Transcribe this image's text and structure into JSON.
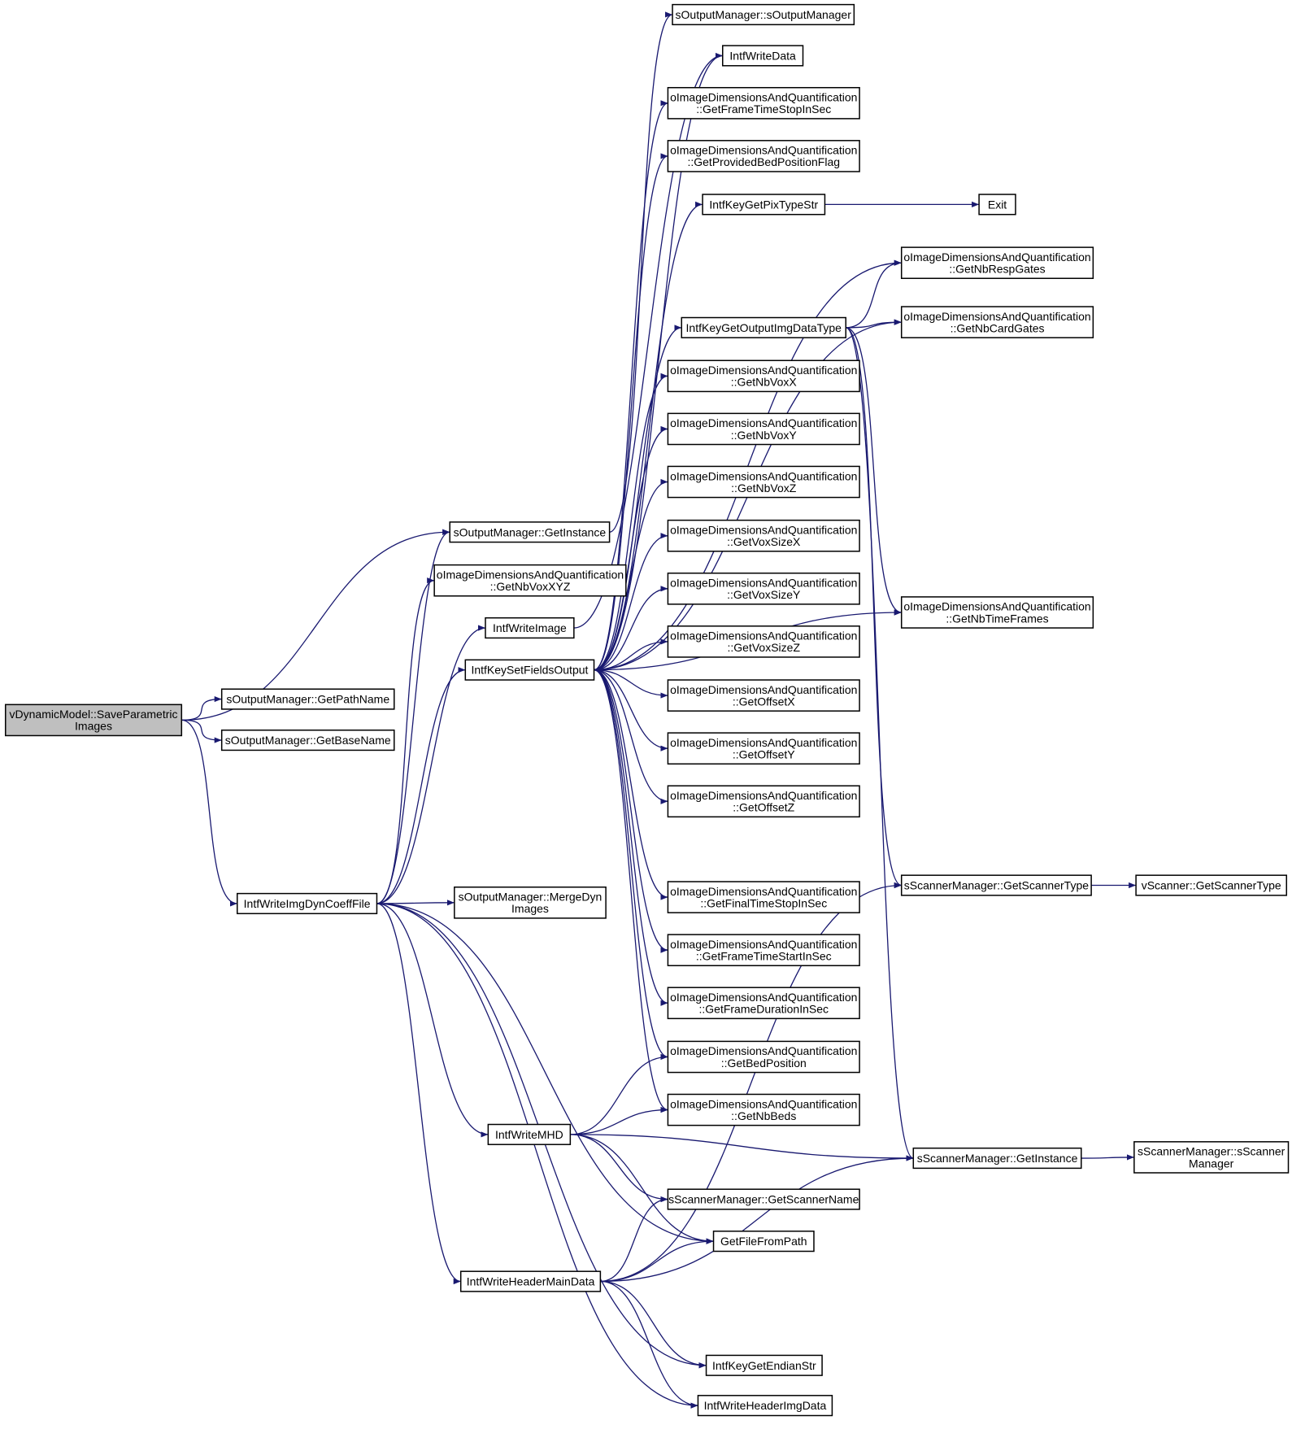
{
  "graph": {
    "nodes": [
      {
        "id": "root",
        "lines": [
          "vDynamicModel::SaveParametric",
          "Images"
        ],
        "root": true
      },
      {
        "id": "getInstanceOut",
        "lines": [
          "sOutputManager::GetInstance"
        ]
      },
      {
        "id": "sOutputManagerCtor",
        "lines": [
          "sOutputManager::sOutputManager"
        ]
      },
      {
        "id": "getPathName",
        "lines": [
          "sOutputManager::GetPathName"
        ]
      },
      {
        "id": "getBaseName",
        "lines": [
          "sOutputManager::GetBaseName"
        ]
      },
      {
        "id": "writeImgDyn",
        "lines": [
          "IntfWriteImgDynCoeffFile"
        ]
      },
      {
        "id": "nbVoxXYZ",
        "lines": [
          "oImageDimensionsAndQuantification",
          "::GetNbVoxXYZ"
        ]
      },
      {
        "id": "writeImage",
        "lines": [
          "IntfWriteImage"
        ]
      },
      {
        "id": "keySetFields",
        "lines": [
          "IntfKeySetFieldsOutput"
        ]
      },
      {
        "id": "mergeDyn",
        "lines": [
          "sOutputManager::MergeDyn",
          "Images"
        ]
      },
      {
        "id": "writeMHD",
        "lines": [
          "IntfWriteMHD"
        ]
      },
      {
        "id": "writeHeaderMain",
        "lines": [
          "IntfWriteHeaderMainData"
        ]
      },
      {
        "id": "writeData",
        "lines": [
          "IntfWriteData"
        ]
      },
      {
        "id": "frameTimeStop",
        "lines": [
          "oImageDimensionsAndQuantification",
          "::GetFrameTimeStopInSec"
        ]
      },
      {
        "id": "providedBed",
        "lines": [
          "oImageDimensionsAndQuantification",
          "::GetProvidedBedPositionFlag"
        ]
      },
      {
        "id": "pixTypeStr",
        "lines": [
          "IntfKeyGetPixTypeStr"
        ]
      },
      {
        "id": "outputImgDataType",
        "lines": [
          "IntfKeyGetOutputImgDataType"
        ]
      },
      {
        "id": "nbVoxX",
        "lines": [
          "oImageDimensionsAndQuantification",
          "::GetNbVoxX"
        ]
      },
      {
        "id": "nbVoxY",
        "lines": [
          "oImageDimensionsAndQuantification",
          "::GetNbVoxY"
        ]
      },
      {
        "id": "nbVoxZ",
        "lines": [
          "oImageDimensionsAndQuantification",
          "::GetNbVoxZ"
        ]
      },
      {
        "id": "voxSizeX",
        "lines": [
          "oImageDimensionsAndQuantification",
          "::GetVoxSizeX"
        ]
      },
      {
        "id": "voxSizeY",
        "lines": [
          "oImageDimensionsAndQuantification",
          "::GetVoxSizeY"
        ]
      },
      {
        "id": "voxSizeZ",
        "lines": [
          "oImageDimensionsAndQuantification",
          "::GetVoxSizeZ"
        ]
      },
      {
        "id": "offsetX",
        "lines": [
          "oImageDimensionsAndQuantification",
          "::GetOffsetX"
        ]
      },
      {
        "id": "offsetY",
        "lines": [
          "oImageDimensionsAndQuantification",
          "::GetOffsetY"
        ]
      },
      {
        "id": "offsetZ",
        "lines": [
          "oImageDimensionsAndQuantification",
          "::GetOffsetZ"
        ]
      },
      {
        "id": "finalTimeStop",
        "lines": [
          "oImageDimensionsAndQuantification",
          "::GetFinalTimeStopInSec"
        ]
      },
      {
        "id": "frameTimeStart",
        "lines": [
          "oImageDimensionsAndQuantification",
          "::GetFrameTimeStartInSec"
        ]
      },
      {
        "id": "frameDuration",
        "lines": [
          "oImageDimensionsAndQuantification",
          "::GetFrameDurationInSec"
        ]
      },
      {
        "id": "bedPosition",
        "lines": [
          "oImageDimensionsAndQuantification",
          "::GetBedPosition"
        ]
      },
      {
        "id": "nbBeds",
        "lines": [
          "oImageDimensionsAndQuantification",
          "::GetNbBeds"
        ]
      },
      {
        "id": "scannerName",
        "lines": [
          "sScannerManager::GetScannerName"
        ]
      },
      {
        "id": "fileFromPath",
        "lines": [
          "GetFileFromPath"
        ]
      },
      {
        "id": "endianStr",
        "lines": [
          "IntfKeyGetEndianStr"
        ]
      },
      {
        "id": "headerImgData",
        "lines": [
          "IntfWriteHeaderImgData"
        ]
      },
      {
        "id": "exit",
        "lines": [
          "Exit"
        ]
      },
      {
        "id": "nbRespGates",
        "lines": [
          "oImageDimensionsAndQuantification",
          "::GetNbRespGates"
        ]
      },
      {
        "id": "nbCardGates",
        "lines": [
          "oImageDimensionsAndQuantification",
          "::GetNbCardGates"
        ]
      },
      {
        "id": "nbTimeFrames",
        "lines": [
          "oImageDimensionsAndQuantification",
          "::GetNbTimeFrames"
        ]
      },
      {
        "id": "scannerType",
        "lines": [
          "sScannerManager::GetScannerType"
        ]
      },
      {
        "id": "vScannerType",
        "lines": [
          "vScanner::GetScannerType"
        ]
      },
      {
        "id": "scannerInstance",
        "lines": [
          "sScannerManager::GetInstance"
        ]
      },
      {
        "id": "scannerCtor",
        "lines": [
          "sScannerManager::sScanner",
          "Manager"
        ]
      }
    ],
    "edges": [
      [
        "root",
        "getInstanceOut"
      ],
      [
        "root",
        "getPathName"
      ],
      [
        "root",
        "getBaseName"
      ],
      [
        "root",
        "writeImgDyn"
      ],
      [
        "getInstanceOut",
        "sOutputManagerCtor"
      ],
      [
        "writeImgDyn",
        "getInstanceOut"
      ],
      [
        "writeImgDyn",
        "nbVoxXYZ"
      ],
      [
        "writeImgDyn",
        "writeImage"
      ],
      [
        "writeImgDyn",
        "keySetFields"
      ],
      [
        "writeImgDyn",
        "mergeDyn"
      ],
      [
        "writeImgDyn",
        "writeMHD"
      ],
      [
        "writeImgDyn",
        "writeHeaderMain"
      ],
      [
        "writeImgDyn",
        "fileFromPath"
      ],
      [
        "writeImgDyn",
        "endianStr"
      ],
      [
        "writeImgDyn",
        "headerImgData"
      ],
      [
        "writeImage",
        "writeData"
      ],
      [
        "keySetFields",
        "writeData"
      ],
      [
        "keySetFields",
        "frameTimeStop"
      ],
      [
        "keySetFields",
        "providedBed"
      ],
      [
        "keySetFields",
        "pixTypeStr"
      ],
      [
        "keySetFields",
        "nbRespGates"
      ],
      [
        "keySetFields",
        "nbCardGates"
      ],
      [
        "keySetFields",
        "outputImgDataType"
      ],
      [
        "keySetFields",
        "nbVoxX"
      ],
      [
        "keySetFields",
        "nbVoxY"
      ],
      [
        "keySetFields",
        "nbVoxZ"
      ],
      [
        "keySetFields",
        "voxSizeX"
      ],
      [
        "keySetFields",
        "voxSizeY"
      ],
      [
        "keySetFields",
        "voxSizeZ"
      ],
      [
        "keySetFields",
        "offsetX"
      ],
      [
        "keySetFields",
        "offsetY"
      ],
      [
        "keySetFields",
        "offsetZ"
      ],
      [
        "keySetFields",
        "nbTimeFrames"
      ],
      [
        "keySetFields",
        "finalTimeStop"
      ],
      [
        "keySetFields",
        "frameTimeStart"
      ],
      [
        "keySetFields",
        "frameDuration"
      ],
      [
        "keySetFields",
        "bedPosition"
      ],
      [
        "keySetFields",
        "nbBeds"
      ],
      [
        "pixTypeStr",
        "exit"
      ],
      [
        "outputImgDataType",
        "nbRespGates"
      ],
      [
        "outputImgDataType",
        "nbCardGates"
      ],
      [
        "outputImgDataType",
        "nbTimeFrames"
      ],
      [
        "outputImgDataType",
        "scannerType"
      ],
      [
        "outputImgDataType",
        "scannerInstance"
      ],
      [
        "writeMHD",
        "bedPosition"
      ],
      [
        "writeMHD",
        "nbBeds"
      ],
      [
        "writeMHD",
        "scannerInstance"
      ],
      [
        "writeMHD",
        "scannerName"
      ],
      [
        "writeMHD",
        "fileFromPath"
      ],
      [
        "writeHeaderMain",
        "scannerName"
      ],
      [
        "writeHeaderMain",
        "fileFromPath"
      ],
      [
        "writeHeaderMain",
        "scannerType"
      ],
      [
        "writeHeaderMain",
        "scannerInstance"
      ],
      [
        "writeHeaderMain",
        "endianStr"
      ],
      [
        "writeHeaderMain",
        "headerImgData"
      ],
      [
        "scannerType",
        "vScannerType"
      ],
      [
        "scannerInstance",
        "scannerCtor"
      ]
    ]
  }
}
